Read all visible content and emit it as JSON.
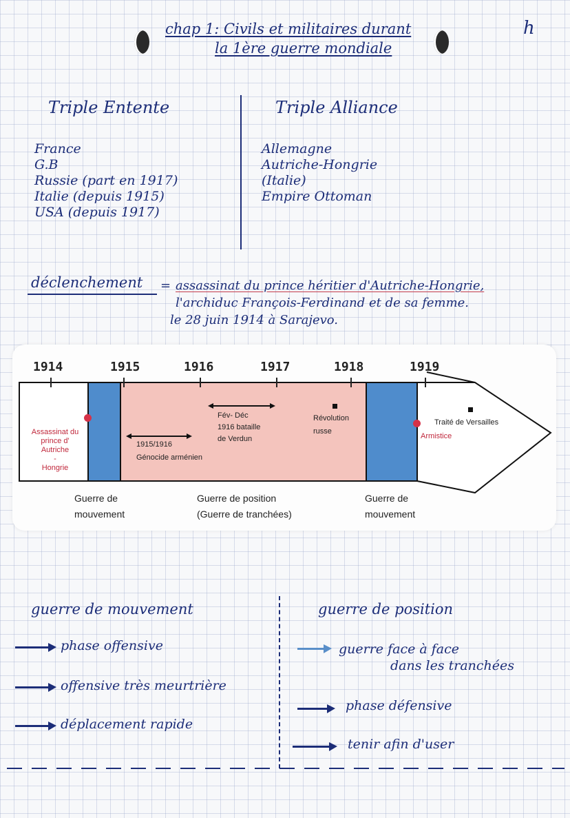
{
  "header": {
    "title_line1": "chap 1: Civils et militaires durant",
    "title_line2": "la 1ère guerre mondiale",
    "page_marker": "h"
  },
  "alliances": {
    "left": {
      "title": "Triple Entente",
      "items": [
        "France",
        "G.B",
        "Russie (part en 1917)",
        "Italie (depuis 1915)",
        "USA (depuis 1917)"
      ]
    },
    "right": {
      "title": "Triple Alliance",
      "items": [
        "Allemagne",
        "Autriche-Hongrie",
        "(Italie)",
        "Empire Ottoman"
      ]
    }
  },
  "trigger": {
    "label": "déclenchement",
    "equals": "=",
    "line1": "assassinat du prince héritier d'Autriche-Hongrie,",
    "line2": "l'archiduc François-Ferdinand et de sa femme.",
    "line3": "le 28 juin 1914 à Sarajevo."
  },
  "timeline": {
    "years": [
      "1914",
      "1915",
      "1916",
      "1917",
      "1918",
      "1919"
    ],
    "events": {
      "assassinat": [
        "Assassinat du",
        "prince d'",
        "Autriche",
        "-",
        "Hongrie"
      ],
      "genocide_dates": "1915/1916",
      "genocide": "Génocide arménien",
      "verdun_dates": "Fév- Déc",
      "verdun_line2": "1916 bataille",
      "verdun_line3": "de Verdun",
      "revolution_line1": "Révolution",
      "revolution_line2": "russe",
      "versailles": "Traité de Versailles",
      "armistice": "Armistice"
    },
    "phases": {
      "movement1_line1": "Guerre de",
      "movement1_line2": "mouvement",
      "position_line1": "Guerre de position",
      "position_line2": "(Guerre de tranchées)",
      "movement2_line1": "Guerre de",
      "movement2_line2": "mouvement"
    },
    "colors": {
      "blue": "#4f8ccc",
      "pink": "#f4c4bd",
      "red": "#d63248"
    }
  },
  "war_types": {
    "movement": {
      "title": "guerre de mouvement",
      "items": [
        "phase offensive",
        "offensive très meurtrière",
        "déplacement rapide"
      ]
    },
    "position": {
      "title": "guerre de position",
      "items_line1": "guerre face à face",
      "items_line2": "dans les tranchées",
      "item2": "phase défensive",
      "item3": "tenir afin d'user"
    }
  }
}
